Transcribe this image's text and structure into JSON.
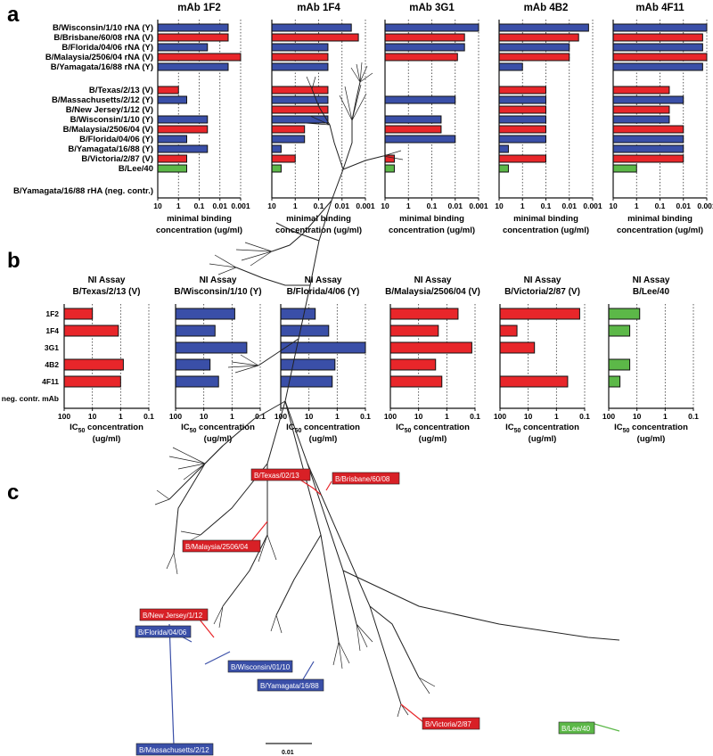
{
  "panel_labels": {
    "a": "a",
    "b": "b",
    "c": "c"
  },
  "colors": {
    "Y": "#3a4fa8",
    "V": "#e8262a",
    "Lee": "#5cb848"
  },
  "panel_a": {
    "axis_label_line1": "minimal binding",
    "axis_label_line2": "concentration (ug/ml)",
    "ticks": [
      "10",
      "1",
      "0.1",
      "0.01",
      "0.001"
    ],
    "rows": [
      "B/Wisconsin/1/10 rNA (Y)",
      "B/Brisbane/60/08 rNA (V)",
      "B/Florida/04/06 rNA (Y)",
      "B/Malaysia/2506/04 rNA (V)",
      "B/Yamagata/16/88 rNA (Y)",
      "B/Texas/2/13 (V)",
      "B/Massachusetts/2/12 (Y)",
      "B/New Jersey/1/12 (V)",
      "B/Wisconsin/1/10 (Y)",
      "B/Malaysia/2506/04 (V)",
      "B/Florida/04/06 (Y)",
      "B/Yamagata/16/88 (Y)",
      "B/Victoria/2/87 (V)",
      "B/Lee/40",
      "B/Yamagata/16/88 rHA (neg. contr.)"
    ],
    "row_lineage": [
      "Y",
      "V",
      "Y",
      "V",
      "Y",
      "V",
      "Y",
      "V",
      "Y",
      "V",
      "Y",
      "Y",
      "V",
      "Lee",
      "none"
    ]
  },
  "panel_b": {
    "axis_label_line1": "IC",
    "axis_label_sub": "50",
    "axis_label_rest": " concentration",
    "axis_label_line2": "(ug/ml)",
    "ticks": [
      "100",
      "10",
      "1",
      "0.1"
    ],
    "rows": [
      "1F2",
      "1F4",
      "3G1",
      "4B2",
      "4F11",
      "neg. contr. mAb"
    ]
  },
  "panel_c": {
    "scale_label": "0.01",
    "strains": [
      {
        "label": "B/Texas/02/13",
        "lineage": "V"
      },
      {
        "label": "B/Brisbane/60/08",
        "lineage": "V"
      },
      {
        "label": "B/Malaysia/2506/04",
        "lineage": "V"
      },
      {
        "label": "B/New Jersey/1/12",
        "lineage": "V"
      },
      {
        "label": "B/Florida/04/06",
        "lineage": "Y"
      },
      {
        "label": "B/Wisconsin/01/10",
        "lineage": "Y"
      },
      {
        "label": "B/Yamagata/16/88",
        "lineage": "Y"
      },
      {
        "label": "B/Massachusetts/2/12",
        "lineage": "Y"
      },
      {
        "label": "B/Victoria/2/87",
        "lineage": "V"
      },
      {
        "label": "B/Lee/40",
        "lineage": "Lee"
      }
    ]
  },
  "chart_data": [
    {
      "type": "bar",
      "panel": "a",
      "title": "mAb 1F2",
      "xlabel": "minimal binding concentration (ug/ml)",
      "xscale": "log",
      "xlim": [
        10,
        0.001
      ],
      "categories": [
        "B/Wisconsin/1/10 rNA (Y)",
        "B/Brisbane/60/08 rNA (V)",
        "B/Florida/04/06 rNA (Y)",
        "B/Malaysia/2506/04 rNA (V)",
        "B/Yamagata/16/88 rNA (Y)",
        "B/Texas/2/13 (V)",
        "B/Massachusetts/2/12 (Y)",
        "B/New Jersey/1/12 (V)",
        "B/Wisconsin/1/10 (Y)",
        "B/Malaysia/2506/04 (V)",
        "B/Florida/04/06 (Y)",
        "B/Yamagata/16/88 (Y)",
        "B/Victoria/2/87 (V)",
        "B/Lee/40",
        "B/Yamagata/16/88 rHA (neg. contr.)"
      ],
      "values": [
        0.004,
        0.004,
        0.04,
        0.001,
        0.004,
        1.0,
        0.4,
        null,
        0.04,
        0.04,
        0.4,
        0.04,
        0.4,
        0.4,
        null
      ]
    },
    {
      "type": "bar",
      "panel": "a",
      "title": "mAb 1F4",
      "xlabel": "minimal binding concentration (ug/ml)",
      "xscale": "log",
      "xlim": [
        10,
        0.001
      ],
      "categories": [
        "B/Wisconsin/1/10 rNA (Y)",
        "B/Brisbane/60/08 rNA (V)",
        "B/Florida/04/06 rNA (Y)",
        "B/Malaysia/2506/04 rNA (V)",
        "B/Yamagata/16/88 rNA (Y)",
        "B/Texas/2/13 (V)",
        "B/Massachusetts/2/12 (Y)",
        "B/New Jersey/1/12 (V)",
        "B/Wisconsin/1/10 (Y)",
        "B/Malaysia/2506/04 (V)",
        "B/Florida/04/06 (Y)",
        "B/Yamagata/16/88 (Y)",
        "B/Victoria/2/87 (V)",
        "B/Lee/40",
        "B/Yamagata/16/88 rHA (neg. contr.)"
      ],
      "values": [
        0.004,
        0.002,
        0.04,
        0.04,
        0.04,
        0.04,
        0.04,
        0.04,
        0.04,
        0.4,
        0.4,
        4,
        1.0,
        4,
        null
      ]
    },
    {
      "type": "bar",
      "panel": "a",
      "title": "mAb 3G1",
      "xlabel": "minimal binding concentration (ug/ml)",
      "xscale": "log",
      "xlim": [
        10,
        0.001
      ],
      "categories": [
        "B/Wisconsin/1/10 rNA (Y)",
        "B/Brisbane/60/08 rNA (V)",
        "B/Florida/04/06 rNA (Y)",
        "B/Malaysia/2506/04 rNA (V)",
        "B/Yamagata/16/88 rNA (Y)",
        "B/Texas/2/13 (V)",
        "B/Massachusetts/2/12 (Y)",
        "B/New Jersey/1/12 (V)",
        "B/Wisconsin/1/10 (Y)",
        "B/Malaysia/2506/04 (V)",
        "B/Florida/04/06 (Y)",
        "B/Yamagata/16/88 (Y)",
        "B/Victoria/2/87 (V)",
        "B/Lee/40",
        "B/Yamagata/16/88 rHA (neg. contr.)"
      ],
      "values": [
        0.001,
        0.004,
        0.004,
        0.008,
        null,
        null,
        0.01,
        null,
        0.04,
        0.04,
        0.01,
        null,
        4,
        4,
        null
      ]
    },
    {
      "type": "bar",
      "panel": "a",
      "title": "mAb 4B2",
      "xlabel": "minimal binding concentration (ug/ml)",
      "xscale": "log",
      "xlim": [
        10,
        0.001
      ],
      "categories": [
        "B/Wisconsin/1/10 rNA (Y)",
        "B/Brisbane/60/08 rNA (V)",
        "B/Florida/04/06 rNA (Y)",
        "B/Malaysia/2506/04 rNA (V)",
        "B/Yamagata/16/88 rNA (Y)",
        "B/Texas/2/13 (V)",
        "B/Massachusetts/2/12 (Y)",
        "B/New Jersey/1/12 (V)",
        "B/Wisconsin/1/10 (Y)",
        "B/Malaysia/2506/04 (V)",
        "B/Florida/04/06 (Y)",
        "B/Yamagata/16/88 (Y)",
        "B/Victoria/2/87 (V)",
        "B/Lee/40",
        "B/Yamagata/16/88 rHA (neg. contr.)"
      ],
      "values": [
        0.0015,
        0.004,
        0.01,
        0.01,
        1.0,
        0.1,
        0.1,
        0.1,
        0.1,
        0.1,
        0.1,
        4,
        0.1,
        4,
        null
      ]
    },
    {
      "type": "bar",
      "panel": "a",
      "title": "mAb 4F11",
      "xlabel": "minimal binding concentration (ug/ml)",
      "xscale": "log",
      "xlim": [
        10,
        0.001
      ],
      "categories": [
        "B/Wisconsin/1/10 rNA (Y)",
        "B/Brisbane/60/08 rNA (V)",
        "B/Florida/04/06 rNA (Y)",
        "B/Malaysia/2506/04 rNA (V)",
        "B/Yamagata/16/88 rNA (Y)",
        "B/Texas/2/13 (V)",
        "B/Massachusetts/2/12 (Y)",
        "B/New Jersey/1/12 (V)",
        "B/Wisconsin/1/10 (Y)",
        "B/Malaysia/2506/04 (V)",
        "B/Florida/04/06 (Y)",
        "B/Yamagata/16/88 (Y)",
        "B/Victoria/2/87 (V)",
        "B/Lee/40",
        "B/Yamagata/16/88 rHA (neg. contr.)"
      ],
      "values": [
        0.001,
        0.0015,
        0.0015,
        0.001,
        0.0015,
        0.04,
        0.01,
        0.04,
        0.04,
        0.01,
        0.01,
        0.01,
        0.01,
        1.0,
        null
      ]
    },
    {
      "type": "bar",
      "panel": "b",
      "title": "NI Assay B/Texas/2/13 (V)",
      "xlabel": "IC50 concentration (ug/ml)",
      "xscale": "log",
      "xlim": [
        100,
        0.1
      ],
      "categories": [
        "1F2",
        "1F4",
        "3G1",
        "4B2",
        "4F11",
        "neg. contr. mAb"
      ],
      "values": [
        10,
        1.2,
        null,
        0.8,
        1.0,
        null
      ]
    },
    {
      "type": "bar",
      "panel": "b",
      "title": "NI Assay B/Wisconsin/1/10 (Y)",
      "xlabel": "IC50 concentration (ug/ml)",
      "xscale": "log",
      "xlim": [
        100,
        0.1
      ],
      "categories": [
        "1F2",
        "1F4",
        "3G1",
        "4B2",
        "4F11",
        "neg. contr. mAb"
      ],
      "values": [
        0.8,
        4,
        0.3,
        6,
        3,
        null
      ]
    },
    {
      "type": "bar",
      "panel": "b",
      "title": "NI Assay B/Florida/4/06 (Y)",
      "xlabel": "IC50 concentration (ug/ml)",
      "xscale": "log",
      "xlim": [
        100,
        0.1
      ],
      "categories": [
        "1F2",
        "1F4",
        "3G1",
        "4B2",
        "4F11",
        "neg. contr. mAb"
      ],
      "values": [
        6,
        2,
        0.1,
        1.2,
        1.5,
        null
      ]
    },
    {
      "type": "bar",
      "panel": "b",
      "title": "NI Assay B/Malaysia/2506/04 (V)",
      "xlabel": "IC50 concentration (ug/ml)",
      "xscale": "log",
      "xlim": [
        100,
        0.1
      ],
      "categories": [
        "1F2",
        "1F4",
        "3G1",
        "4B2",
        "4F11",
        "neg. contr. mAb"
      ],
      "values": [
        0.4,
        2,
        0.13,
        2.5,
        1.5,
        null
      ]
    },
    {
      "type": "bar",
      "panel": "b",
      "title": "NI Assay B/Victoria/2/87 (V)",
      "xlabel": "IC50 concentration (ug/ml)",
      "xscale": "log",
      "xlim": [
        100,
        0.1
      ],
      "categories": [
        "1F2",
        "1F4",
        "3G1",
        "4B2",
        "4F11",
        "neg. contr. mAb"
      ],
      "values": [
        0.15,
        25,
        6,
        null,
        0.4,
        null
      ]
    },
    {
      "type": "bar",
      "panel": "b",
      "title": "NI Assay B/Lee/40",
      "xlabel": "IC50 concentration (ug/ml)",
      "xscale": "log",
      "xlim": [
        100,
        0.1
      ],
      "categories": [
        "1F2",
        "1F4",
        "3G1",
        "4B2",
        "4F11",
        "neg. contr. mAb"
      ],
      "values": [
        8,
        18,
        null,
        18,
        40,
        null
      ]
    }
  ]
}
